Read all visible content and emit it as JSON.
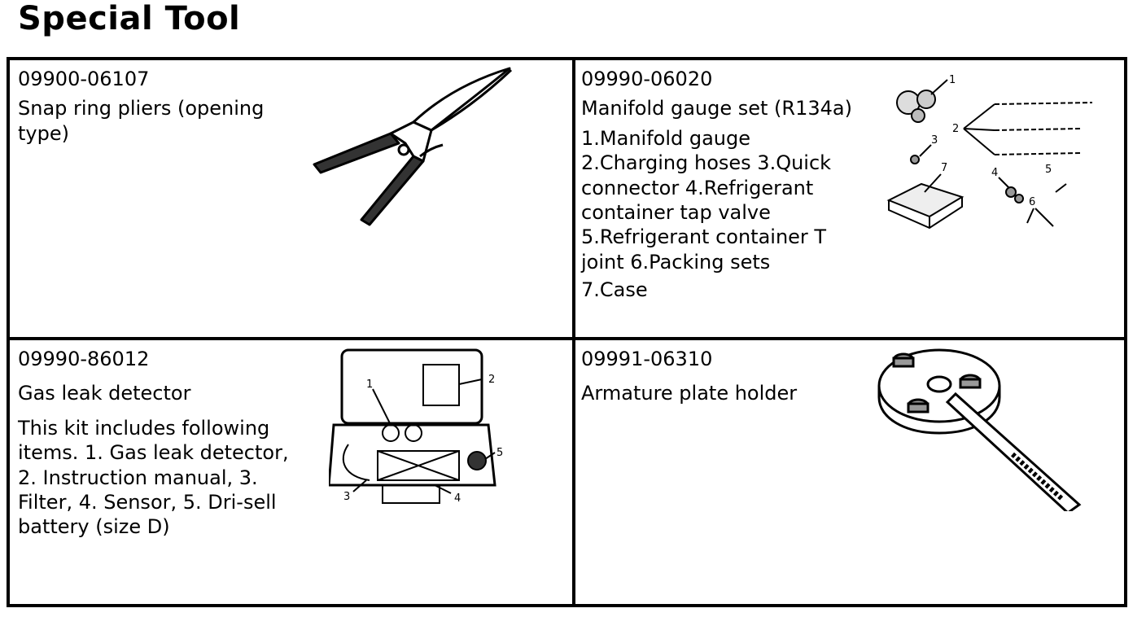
{
  "page": {
    "title": "Special Tool"
  },
  "tools": [
    {
      "part_number": "09900-06107",
      "name": "Snap ring pliers (opening type)",
      "description": "",
      "icon": "snap-ring-pliers"
    },
    {
      "part_number": "09990-06020",
      "name": "Manifold gauge set (R134a)",
      "description": "1.Manifold gauge 2.Charging hoses 3.Quick connector 4.Refrigerant container tap valve 5.Refrigerant container T joint 6.Packing sets",
      "description_last": "7.Case",
      "icon": "manifold-gauge-set",
      "callouts": [
        "1",
        "2",
        "3",
        "4",
        "5",
        "6",
        "7"
      ]
    },
    {
      "part_number": "09990-86012",
      "name": "Gas leak detector",
      "description": "This kit includes following items. 1. Gas leak detector, 2. Instruction manual, 3. Filter, 4. Sensor, 5. Dri-sell battery (size D)",
      "icon": "gas-leak-detector-kit",
      "callouts": [
        "1",
        "2",
        "3",
        "4",
        "5"
      ]
    },
    {
      "part_number": "09991-06310",
      "name": "Armature plate holder",
      "description": "",
      "icon": "armature-plate-holder"
    }
  ]
}
